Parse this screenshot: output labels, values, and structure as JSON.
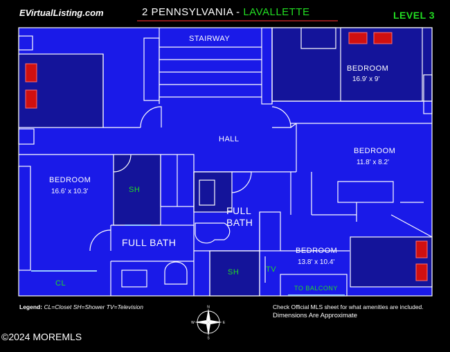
{
  "header": {
    "site": "EVirtualListing.com",
    "address": "2 PENNSYLVANIA",
    "separator": "-",
    "town": "LAVALLETTE",
    "level": "LEVEL 3"
  },
  "rooms": {
    "stairway": "STAIRWAY",
    "hall": "HALL",
    "bedroom_ne": {
      "label": "BEDROOM",
      "dims": "16.9' x 9'"
    },
    "bedroom_e": {
      "label": "BEDROOM",
      "dims": "11.8' x 8.2'"
    },
    "bedroom_w": {
      "label": "BEDROOM",
      "dims": "16.6' x 10.3'"
    },
    "bedroom_se": {
      "label": "BEDROOM",
      "dims": "13.8' x 10.4'"
    },
    "full_bath_left": "FULL BATH",
    "full_bath_center_1": "FULL",
    "full_bath_center_2": "BATH",
    "shower_1": "SH",
    "shower_2": "SH",
    "closet": "CL",
    "tv": "TV",
    "balcony": "TO BALCONY"
  },
  "footer": {
    "legend_title": "Legend:",
    "legend_text": "CL=Closet SH=Shower TV=Television",
    "note_amenities": "Check Official MLS sheet for what amenities are included.",
    "note_dimensions": "Dimensions Are Approximate",
    "copyright": "©2024 MOREMLS",
    "compass": {
      "n": "N",
      "s": "S",
      "e": "E",
      "w": "W"
    }
  },
  "colors": {
    "background": "#000000",
    "floor": "#1a1ae8",
    "floor_dark": "#14149a",
    "wall": "#ffffff",
    "accent_green": "#22dd22",
    "bed_pillow": "#d01010"
  }
}
